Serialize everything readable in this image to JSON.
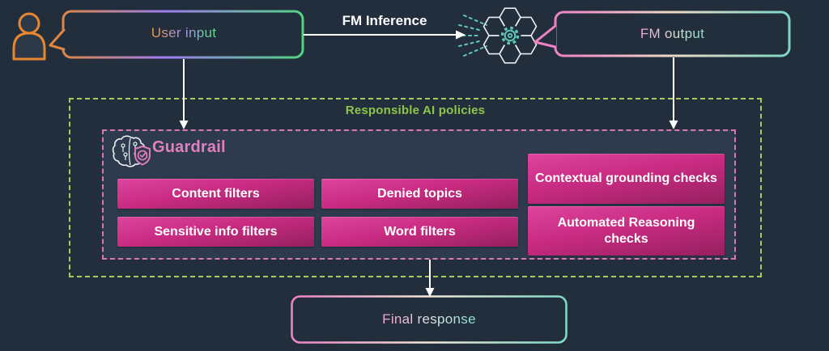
{
  "diagram": {
    "user_input_label": "User input",
    "fm_inference_label": "FM Inference",
    "fm_output_label": "FM output",
    "responsible_ai_label": "Responsible AI policies",
    "guardrail_title": "Guardrail",
    "filters": [
      "Content filters",
      "Denied topics",
      "Sensitive info filters",
      "Word filters"
    ],
    "checks": [
      "Contextual grounding checks",
      "Automated Reasoning checks"
    ],
    "final_response_label": "Final response"
  },
  "icons": {
    "user": "person-icon",
    "model": "fm-model-hexagon-gear-icon",
    "guardrail": "brain-circuit-icon",
    "shield": "shield-check-icon"
  },
  "colors": {
    "background": "#232e3d",
    "guardrail_panel": "#2e3a4d",
    "button_magenta_top": "#dd459e",
    "button_magenta_bottom": "#95205f",
    "green_dashed_border": "#a5cc5d",
    "green_label_text": "#8ec549",
    "pink_dashed_border": "#dc77b6",
    "guardrail_title_pink": "#e27fbe",
    "orange_accent": "#e8872f",
    "teal_accent": "#5fc9b7",
    "arrow_white": "#ffffff"
  }
}
